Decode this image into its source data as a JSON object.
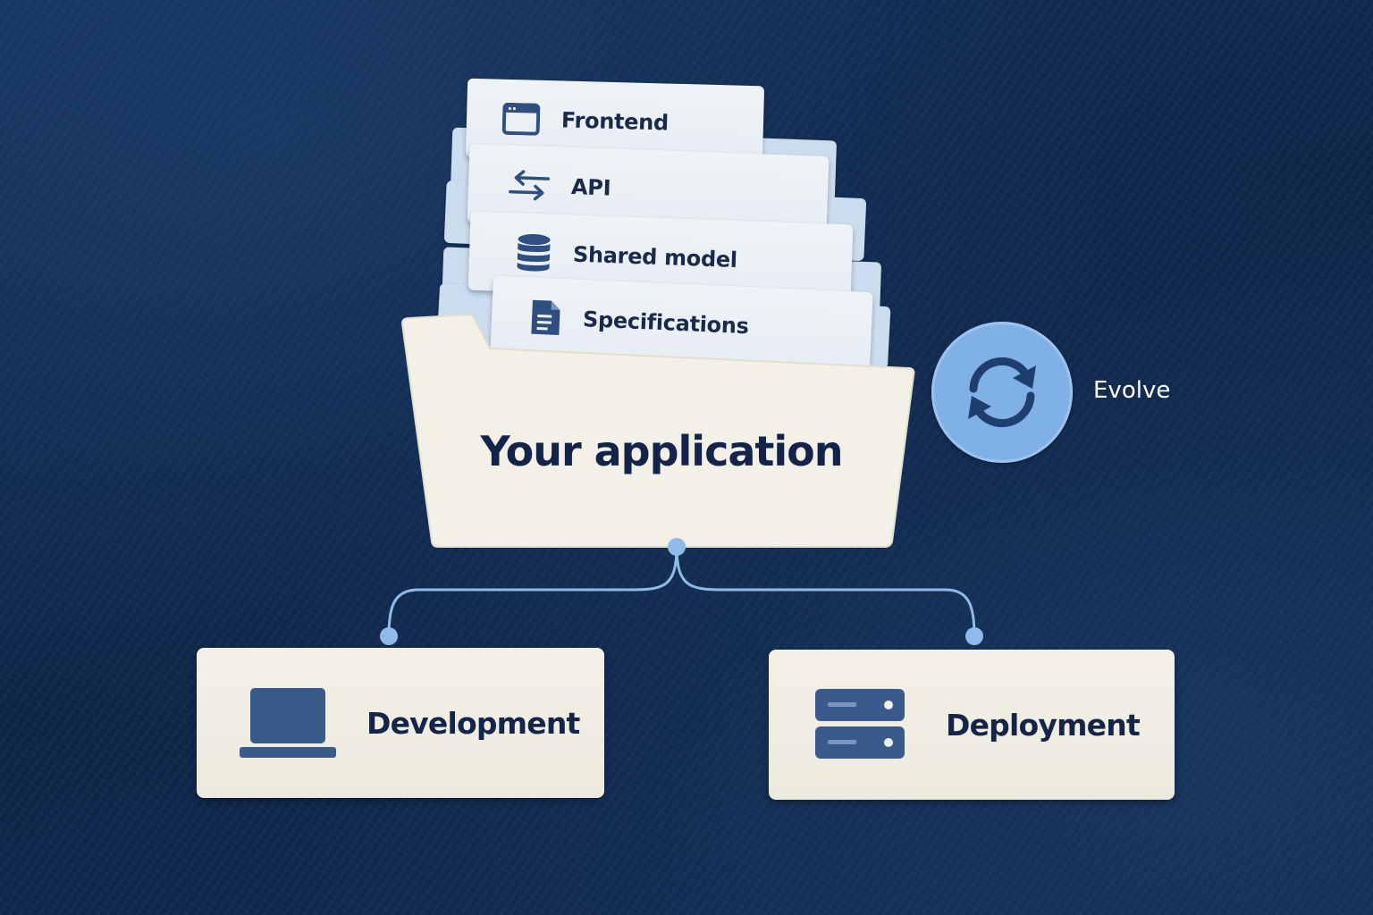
{
  "diagram": {
    "folder": {
      "title": "Your application"
    },
    "documents": [
      {
        "label": "Frontend",
        "icon": "browser-window-icon"
      },
      {
        "label": "API",
        "icon": "swap-arrows-icon"
      },
      {
        "label": "Shared model",
        "icon": "database-icon"
      },
      {
        "label": "Specifications",
        "icon": "document-icon"
      }
    ],
    "evolve": {
      "label": "Evolve",
      "icon": "refresh-cycle-icon"
    },
    "targets": [
      {
        "label": "Development",
        "icon": "laptop-icon"
      },
      {
        "label": "Deployment",
        "icon": "server-icon"
      }
    ]
  },
  "colors": {
    "background": "#0f2a50",
    "paper": "#eef3f6",
    "folder": "#f3f1e7",
    "accent": "#7fb0e6",
    "icon": "#2f4f80",
    "text_dark": "#13234a",
    "text_light": "#ffffff"
  }
}
